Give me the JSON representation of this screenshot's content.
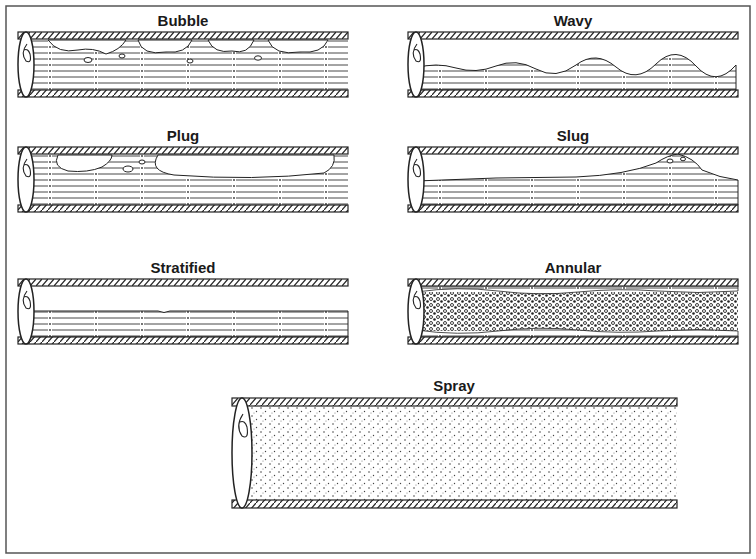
{
  "diagram": {
    "labels": [
      "Bubble",
      "Wavy",
      "Plug",
      "Slug",
      "Stratified",
      "Annular",
      "Spray"
    ]
  }
}
